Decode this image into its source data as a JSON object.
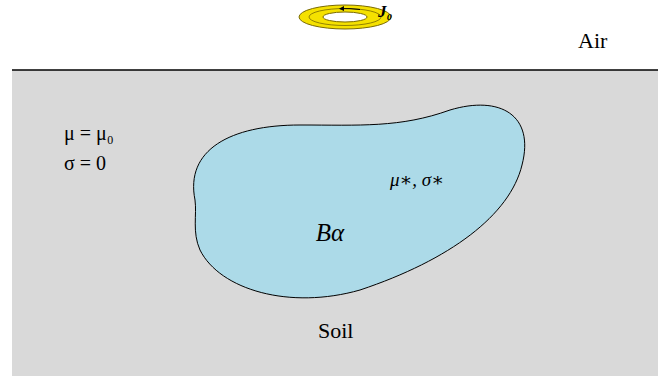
{
  "diagram": {
    "nodes": [
      {
        "text": [
          "Bα",
          "μ∗, σ∗"
        ]
      }
    ],
    "labels": [
      "J₀",
      "Air",
      "μ = μ₀",
      "σ = 0",
      "Soil"
    ]
  }
}
